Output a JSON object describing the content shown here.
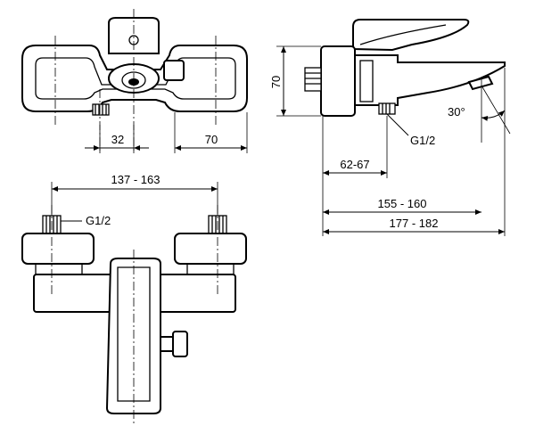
{
  "views": {
    "top": {
      "dim_spacing": "32",
      "dim_depth": "70"
    },
    "side": {
      "dim_height": "70",
      "dim_angle": "30°",
      "dim_thread": "G1/2",
      "dim_inlet": "62-67",
      "dim_length_spout": "155 - 160",
      "dim_length_total": "177 - 182"
    },
    "front": {
      "dim_centers": "137 - 163",
      "dim_thread": "G1/2"
    }
  },
  "colors": {
    "line": "#000000",
    "background": "#ffffff"
  }
}
